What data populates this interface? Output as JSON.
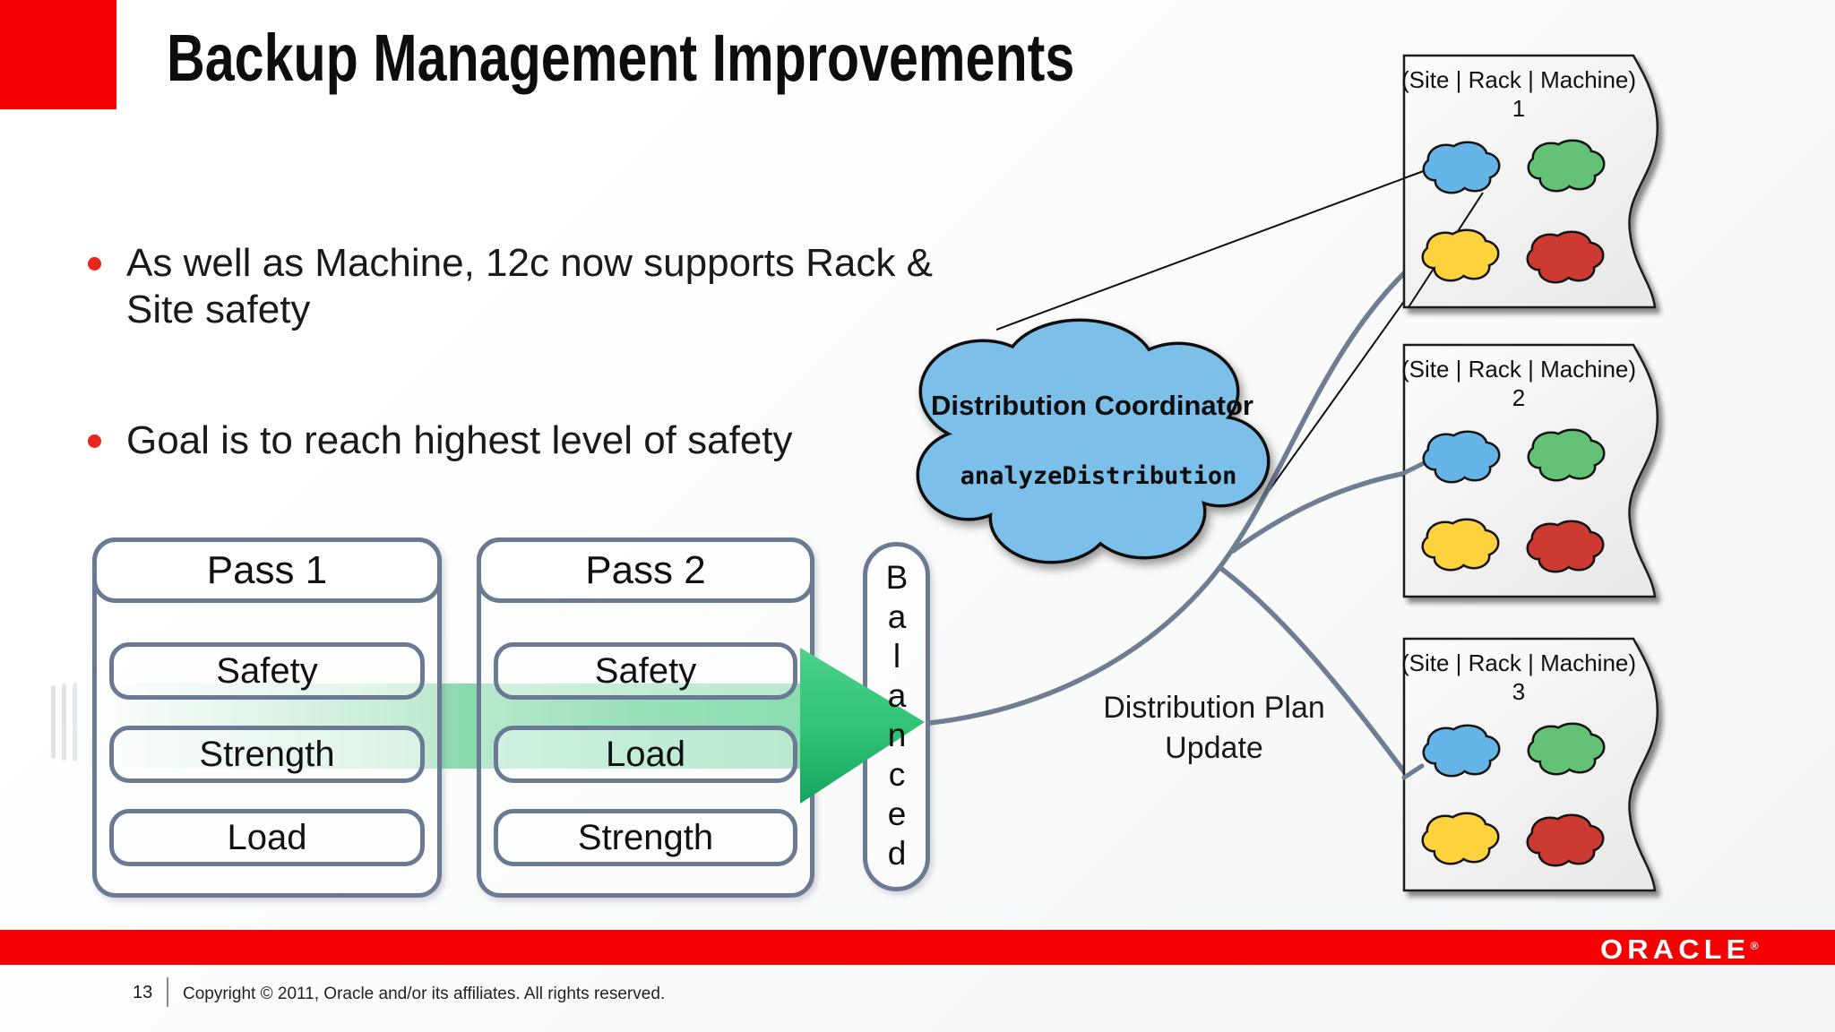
{
  "slide": {
    "title": "Backup Management Improvements",
    "bullets": [
      "As well as Machine, 12c now supports Rack & Site safety",
      "Goal is to reach highest level of safety"
    ]
  },
  "diagram": {
    "pass1": {
      "label": "Pass 1",
      "items": [
        "Safety",
        "Strength",
        "Load"
      ]
    },
    "pass2": {
      "label": "Pass 2",
      "items": [
        "Safety",
        "Load",
        "Strength"
      ]
    },
    "balanced_label": "Balanced",
    "coordinator": {
      "title": "Distribution Coordinator",
      "method": "analyzeDistribution"
    },
    "plan_update": {
      "line1": "Distribution Plan",
      "line2": "Update"
    },
    "pages": [
      {
        "header": "(Site | Rack | Machine)",
        "number": "1"
      },
      {
        "header": "(Site | Rack | Machine)",
        "number": "2"
      },
      {
        "header": "(Site | Rack | Machine)",
        "number": "3"
      }
    ]
  },
  "footer": {
    "page_number": "13",
    "copyright": "Copyright © 2011, Oracle and/or its affiliates. All rights reserved.",
    "logo": "ORACLE",
    "logo_reg": "®"
  },
  "colors": {
    "oracle_red": "#f40000",
    "bullet_red": "#e8251f",
    "box_border_slate": "#6b7a93",
    "connector_slate": "#6e7d92",
    "arrow_green": "#2ec274",
    "coordinator_fill": "#7cc0ea",
    "cloud_blue": "#66b5e8",
    "cloud_green": "#63c276",
    "cloud_yellow": "#fdd23c",
    "cloud_red": "#cc3a31"
  }
}
